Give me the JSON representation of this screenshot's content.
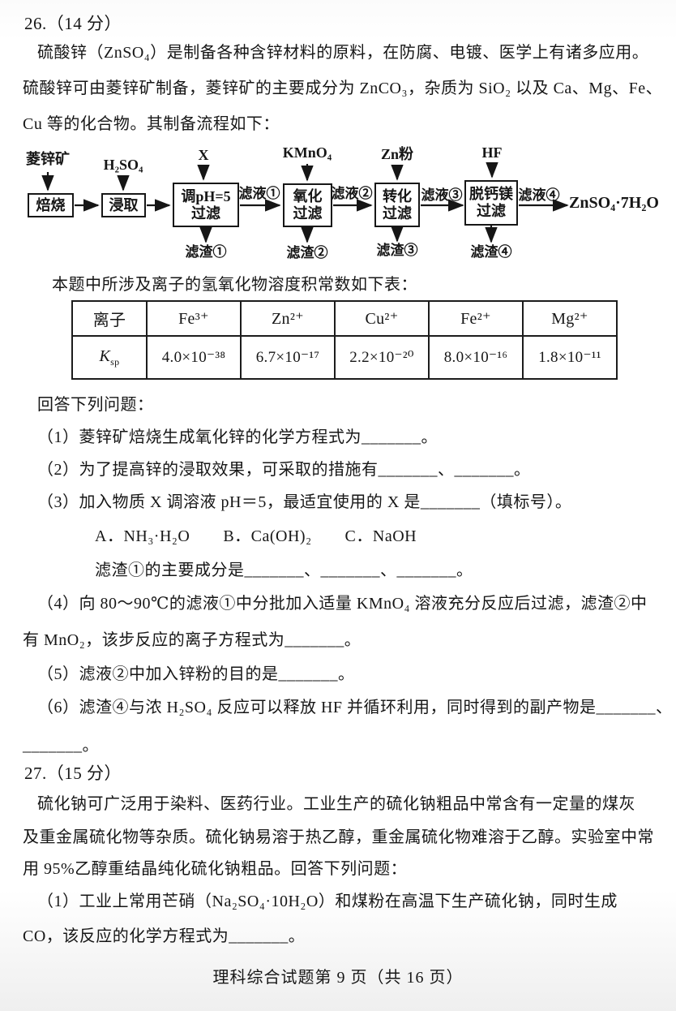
{
  "page": {
    "footer": "理科综合试题第 9 页（共 16 页）"
  },
  "q26": {
    "number": "26.（14 分）",
    "intro_lines": [
      "硫酸锌（ZnSO₄）是制备各种含锌材料的原料，在防腐、电镀、医学上有诸多应用。",
      "硫酸锌可由菱锌矿制备，菱锌矿的主要成分为 ZnCO₃，杂质为 SiO₂ 以及 Ca、Mg、Fe、",
      "Cu 等的化合物。其制备流程如下："
    ],
    "flow": {
      "inputs": [
        "菱锌矿",
        "H₂SO₄",
        "X",
        "KMnO₄",
        "Zn粉",
        "HF"
      ],
      "boxes": [
        {
          "l1": "焙烧",
          "l2": ""
        },
        {
          "l1": "浸取",
          "l2": ""
        },
        {
          "l1": "调pH=5",
          "l2": "过滤"
        },
        {
          "l1": "氧化",
          "l2": "过滤"
        },
        {
          "l1": "转化",
          "l2": "过滤"
        },
        {
          "l1": "脱钙镁",
          "l2": "过滤"
        }
      ],
      "filtrates": [
        "滤液①",
        "滤液②",
        "滤液③",
        "滤液④"
      ],
      "residues": [
        "滤渣①",
        "滤渣②",
        "滤渣③",
        "滤渣④"
      ],
      "product": "ZnSO₄·7H₂O"
    },
    "table_intro": "本题中所涉及离子的氢氧化物溶度积常数如下表：",
    "ksp_table": {
      "headers": [
        "离子",
        "Fe³⁺",
        "Zn²⁺",
        "Cu²⁺",
        "Fe²⁺",
        "Mg²⁺"
      ],
      "row_label_main": "K",
      "row_label_sub": "sp",
      "values": [
        "4.0×10⁻³⁸",
        "6.7×10⁻¹⁷",
        "2.2×10⁻²⁰",
        "8.0×10⁻¹⁶",
        "1.8×10⁻¹¹"
      ]
    },
    "answer_heading": "回答下列问题：",
    "q1": "（1）菱锌矿焙烧生成氧化锌的化学方程式为_______。",
    "q2": "（2）为了提高锌的浸取效果，可采取的措施有_______、_______。",
    "q3": "（3）加入物质 X 调溶液 pH＝5，最适宜使用的 X 是_______（填标号）。",
    "q3_options": "A．NH₃·H₂O　　B．Ca(OH)₂　　C．NaOH",
    "q3_followup": "滤渣①的主要成分是_______、_______、_______。",
    "q4_l1": "（4）向 80～90℃的滤液①中分批加入适量 KMnO₄ 溶液充分反应后过滤，滤渣②中",
    "q4_l2": "有 MnO₂，该步反应的离子方程式为_______。",
    "q5": "（5）滤液②中加入锌粉的目的是_______。",
    "q6_l1": "（6）滤渣④与浓 H₂SO₄ 反应可以释放 HF 并循环利用，同时得到的副产物是_______、",
    "q6_l2": "_______。"
  },
  "q27": {
    "number": "27.（15 分）",
    "intro_lines": [
      "硫化钠可广泛用于染料、医药行业。工业生产的硫化钠粗品中常含有一定量的煤灰",
      "及重金属硫化物等杂质。硫化钠易溶于热乙醇，重金属硫化物难溶于乙醇。实验室中常",
      "用 95%乙醇重结晶纯化硫化钠粗品。回答下列问题：",
      "（1）工业上常用芒硝（Na₂SO₄·10H₂O）和煤粉在高温下生产硫化钠，同时生成",
      "CO，该反应的化学方程式为_______。"
    ]
  }
}
